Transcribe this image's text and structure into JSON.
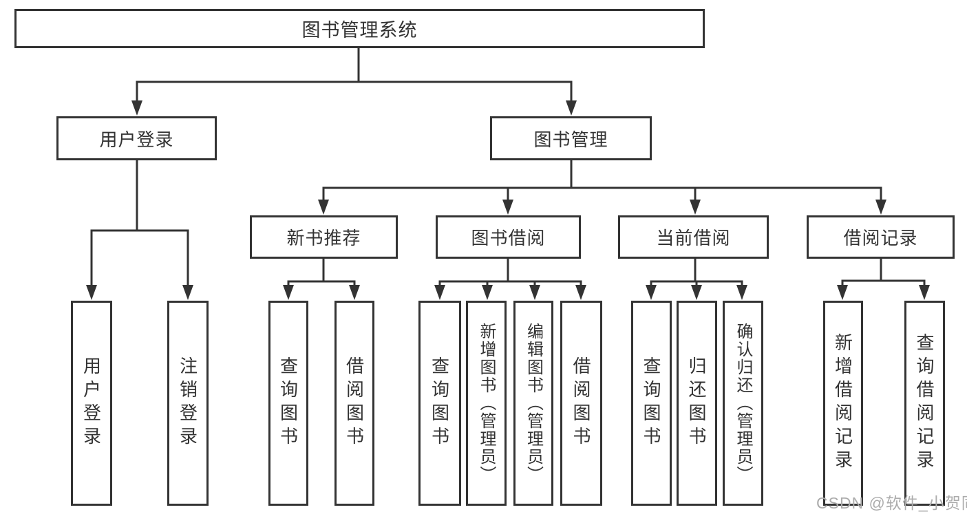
{
  "diagram": {
    "root": {
      "label": "图书管理系统"
    },
    "level2": [
      {
        "label": "用户登录"
      },
      {
        "label": "图书管理"
      }
    ],
    "level3": [
      {
        "label": "新书推荐"
      },
      {
        "label": "图书借阅"
      },
      {
        "label": "当前借阅"
      },
      {
        "label": "借阅记录"
      }
    ],
    "leaves": {
      "user_login": [
        "用户登录",
        "注销登录"
      ],
      "new_book": [
        "查询图书",
        "借阅图书"
      ],
      "borrow": [
        "查询图书",
        "新增图书（管理员）",
        "编辑图书（管理员）",
        "借阅图书"
      ],
      "current": [
        "查询图书",
        "归还图书",
        "确认归还（管理员）"
      ],
      "records": [
        "新增借阅记录",
        "查询借阅记录"
      ]
    }
  },
  "watermark": "CSDN @软件_小贺同学",
  "colors": {
    "line": "#333333",
    "text": "#333333",
    "box_fill": "#ffffff",
    "watermark": "#acacac",
    "background": "#ffffff"
  }
}
